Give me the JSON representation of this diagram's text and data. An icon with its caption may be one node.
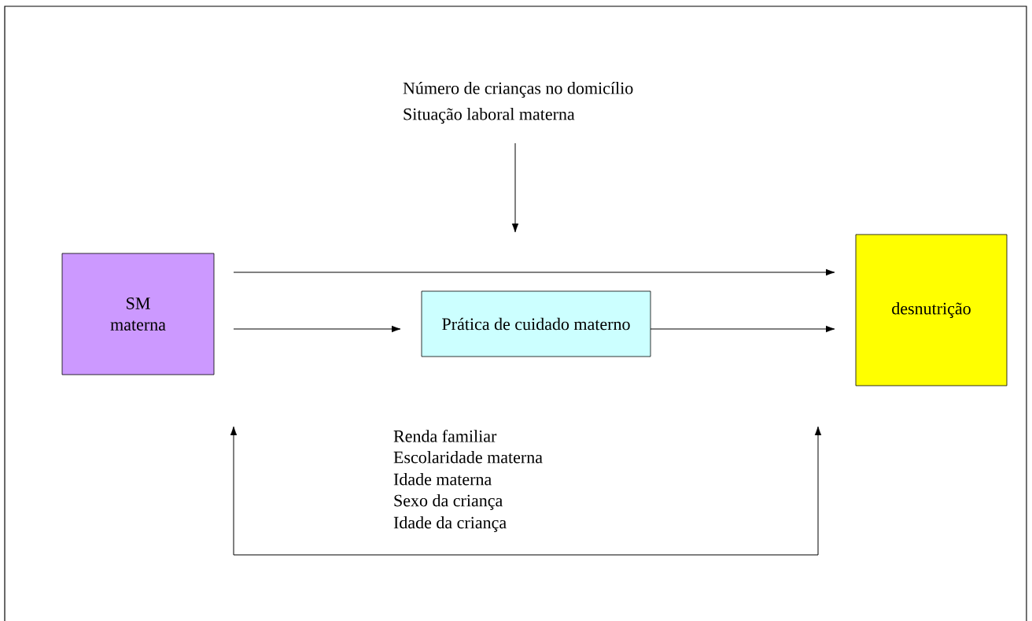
{
  "diagram": {
    "nodes": [
      {
        "text": [
          "SM materna"
        ]
      },
      {
        "text": [
          "Prática de cuidado materno"
        ]
      },
      {
        "text": [
          "desnutrição"
        ]
      },
      {
        "text": [
          "Número de crianças no domicílio",
          "Situação laboral materna"
        ]
      }
    ],
    "edges": [
      {
        "from": 0,
        "to": 2,
        "arrow": "to"
      },
      {
        "from": 0,
        "to": 1,
        "arrow": "to"
      },
      {
        "from": 1,
        "to": 2,
        "arrow": "to"
      },
      {
        "from": 3,
        "to": null,
        "arrow": "to"
      },
      {
        "from": 0,
        "to": 2,
        "arrow": "both"
      }
    ],
    "labels": [
      "Renda familiar",
      "Escolaridade materna",
      "Idade materna",
      "Sexo da criança",
      "Idade da criança"
    ]
  }
}
